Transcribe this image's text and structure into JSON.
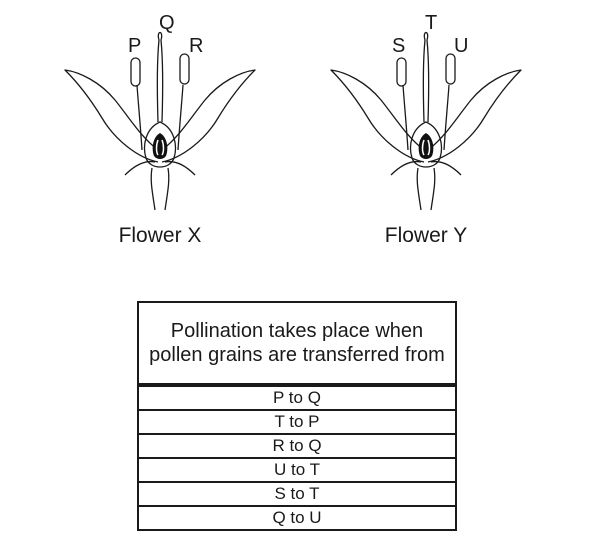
{
  "flowers": [
    {
      "caption": "Flower X",
      "labels": [
        "P",
        "Q",
        "R"
      ]
    },
    {
      "caption": "Flower Y",
      "labels": [
        "S",
        "T",
        "U"
      ]
    }
  ],
  "table": {
    "header": "Pollination takes place when pollen grains are transferred from",
    "header_line1": "Pollination takes place when",
    "header_line2": "pollen grains are transferred from",
    "options": [
      "P to Q",
      "T to P",
      "R to Q",
      "U to T",
      "S to T",
      "Q to U"
    ]
  }
}
